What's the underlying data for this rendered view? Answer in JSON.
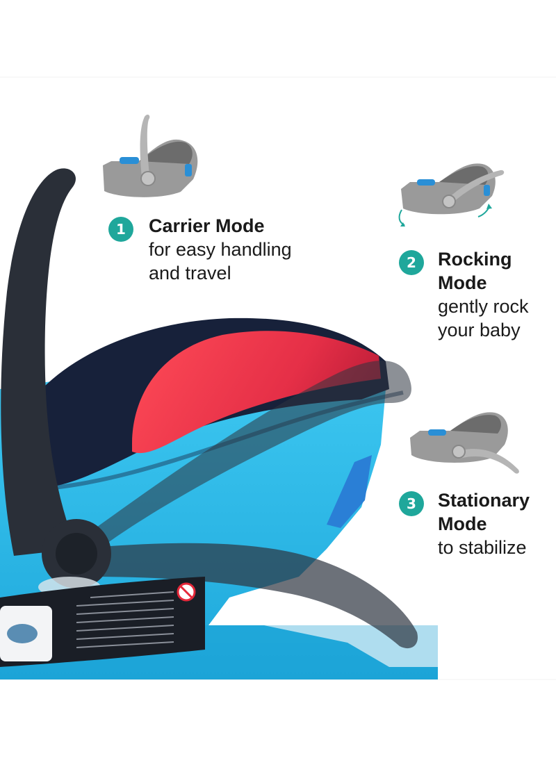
{
  "modes": [
    {
      "number": "1",
      "title": "Carrier Mode",
      "description_line1": "for easy handling",
      "description_line2": "and travel"
    },
    {
      "number": "2",
      "title_line1": "Rocking",
      "title_line2": "Mode",
      "description_line1": "gently rock",
      "description_line2": "your baby"
    },
    {
      "number": "3",
      "title_line1": "Stationary",
      "title_line2": "Mode",
      "description_line1": "to stabilize"
    }
  ],
  "colors": {
    "badge": "#1fa79b",
    "seat_shell": "#29b5e3",
    "canopy": "#e8324a",
    "handle": "#2a2f38",
    "icon_gray": "#8f8f8f"
  }
}
